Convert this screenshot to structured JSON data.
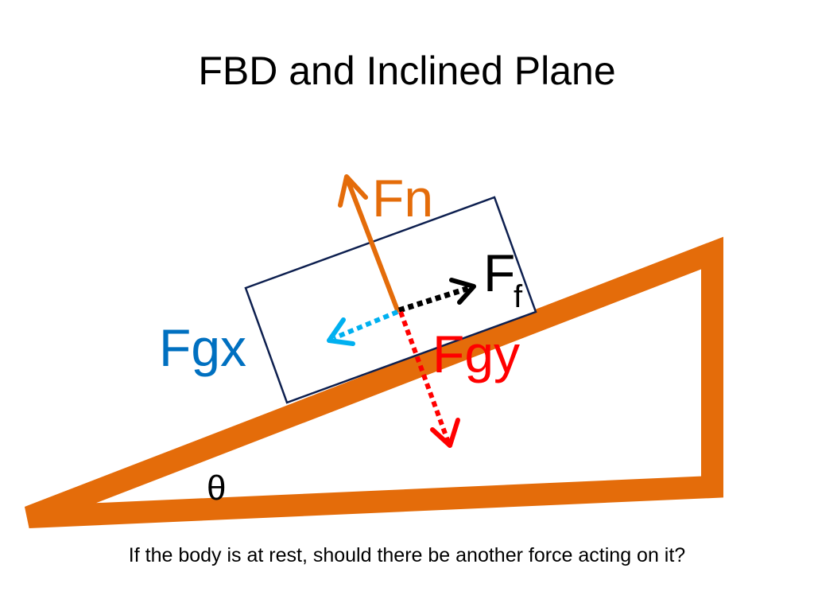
{
  "slide": {
    "title": "FBD and Inclined Plane",
    "question": "If the body is at rest, should there be another force acting on it?"
  },
  "labels": {
    "normal_force": "Fn",
    "friction_force_main": "F",
    "friction_force_sub": "f",
    "gravity_x": "Fgx",
    "gravity_y": "Fgy",
    "angle": "θ"
  },
  "colors": {
    "incline": "#e46c0a",
    "normal_force": "#e46c0a",
    "friction_force": "#000000",
    "gravity_x": "#00b0f0",
    "gravity_x_label": "#0070c0",
    "gravity_y": "#ff0000",
    "block_outline": "#0d1f4f"
  }
}
